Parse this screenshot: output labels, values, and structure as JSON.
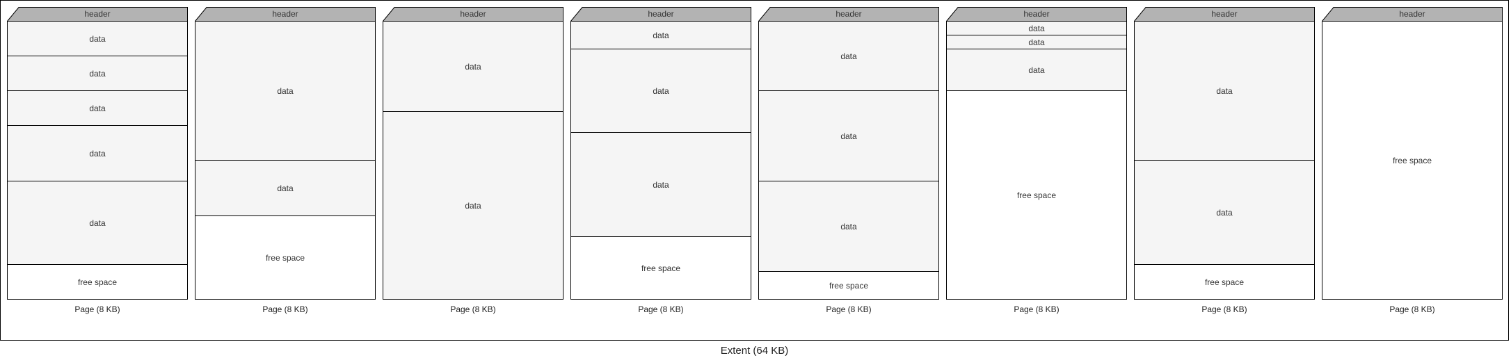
{
  "extent": {
    "label": "Extent (64 KB)"
  },
  "colors": {
    "header": "#b3b3b3",
    "data": "#f5f5f5",
    "free": "#ffffff",
    "border": "#000000"
  },
  "pages": [
    {
      "label": "Page (8 KB)",
      "header": "header",
      "segments": [
        "data",
        "data",
        "data",
        "data",
        "data",
        "free space"
      ]
    },
    {
      "label": "Page (8 KB)",
      "header": "header",
      "segments": [
        "data",
        "data",
        "free space"
      ]
    },
    {
      "label": "Page (8 KB)",
      "header": "header",
      "segments": [
        "data",
        "data"
      ]
    },
    {
      "label": "Page (8 KB)",
      "header": "header",
      "segments": [
        "data",
        "data",
        "data",
        "free space"
      ]
    },
    {
      "label": "Page (8 KB)",
      "header": "header",
      "segments": [
        "data",
        "data",
        "data",
        "free space"
      ]
    },
    {
      "label": "Page (8 KB)",
      "header": "header",
      "segments": [
        "data",
        "data",
        "data",
        "free space"
      ]
    },
    {
      "label": "Page (8 KB)",
      "header": "header",
      "segments": [
        "data",
        "data",
        "free space"
      ]
    },
    {
      "label": "Page (8 KB)",
      "header": "header",
      "segments": [
        "free space"
      ]
    }
  ]
}
